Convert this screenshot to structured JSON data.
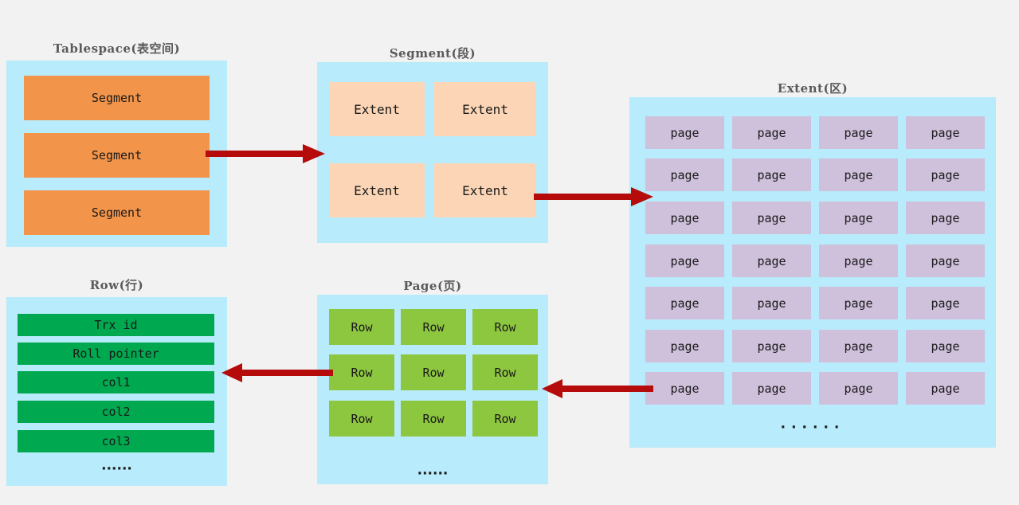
{
  "diagram": {
    "background_color": "#f2f2f2",
    "panel_color": "#b8ebfb",
    "arrow_color": "#b50b0b",
    "title_color": "#5a5a5a"
  },
  "panels": {
    "tablespace": {
      "title": "Tablespace(表空间)",
      "fill": "#f2944a",
      "items": [
        "Segment",
        "Segment",
        "Segment"
      ]
    },
    "segment": {
      "title": "Segment(段)",
      "fill": "#fbd5b5",
      "items": [
        "Extent",
        "Extent",
        "Extent",
        "Extent"
      ]
    },
    "extent": {
      "title": "Extent(区)",
      "fill": "#cfc0db",
      "rows": [
        [
          "page",
          "page",
          "page",
          "page"
        ],
        [
          "page",
          "page",
          "page",
          "page"
        ],
        [
          "page",
          "page",
          "page",
          "page"
        ],
        [
          "page",
          "page",
          "page",
          "page"
        ],
        [
          "page",
          "page",
          "page",
          "page"
        ],
        [
          "page",
          "page",
          "page",
          "page"
        ],
        [
          "page",
          "page",
          "page",
          "page"
        ]
      ],
      "ellipsis": "······"
    },
    "row": {
      "title": "Row(行)",
      "fill": "#00a94f",
      "items": [
        "Trx id",
        "Roll pointer",
        "col1",
        "col2",
        "col3"
      ],
      "ellipsis": "······"
    },
    "page": {
      "title": "Page(页)",
      "fill": "#8dc63f",
      "rows": [
        [
          "Row",
          "Row",
          "Row"
        ],
        [
          "Row",
          "Row",
          "Row"
        ],
        [
          "Row",
          "Row",
          "Row"
        ]
      ],
      "ellipsis": "······"
    }
  },
  "arrows": [
    {
      "name": "tablespace-to-segment",
      "direction": "right"
    },
    {
      "name": "segment-to-extent",
      "direction": "right"
    },
    {
      "name": "page-to-row",
      "direction": "left"
    },
    {
      "name": "extent-to-page",
      "direction": "left"
    }
  ]
}
